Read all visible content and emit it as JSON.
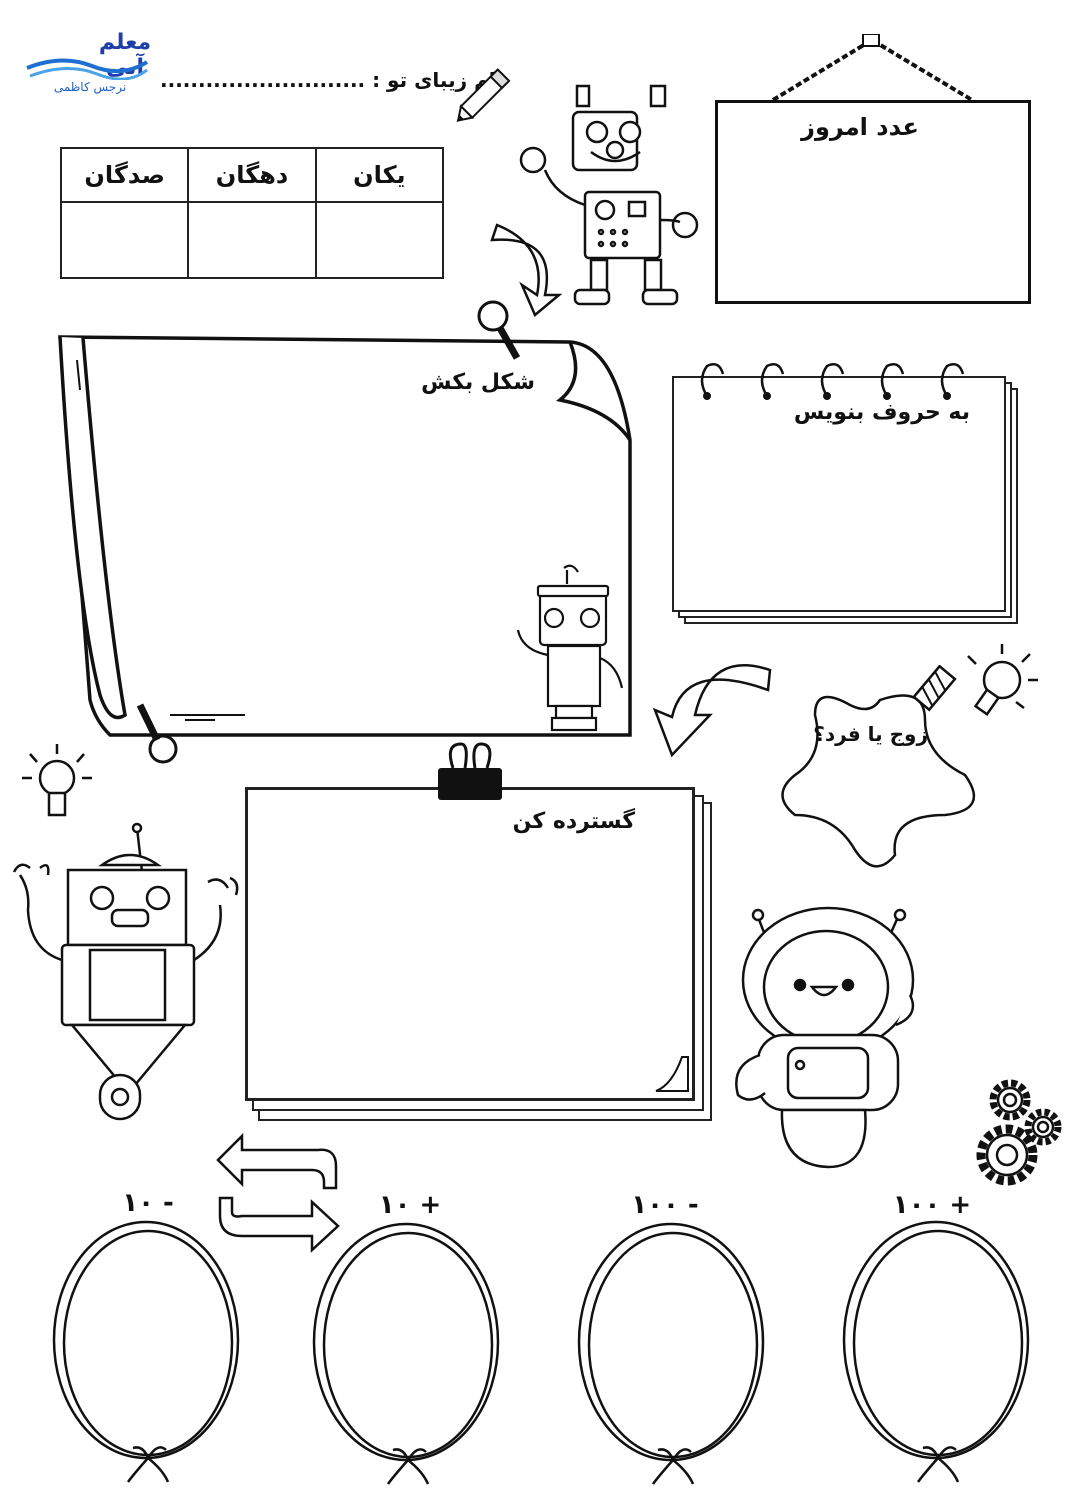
{
  "logo": {
    "title": "معلم آبی",
    "subtitle": "نرجس کاظمی"
  },
  "header": {
    "name_label": "نام زیبای تو : ..........................."
  },
  "place_value_table": {
    "headers": [
      "یکان",
      "دهگان",
      "صدگان"
    ]
  },
  "sections": {
    "today_number": "عدد امروز",
    "draw_shape": "شکل بکش",
    "write_in_letters": "به حروف بنویس",
    "expand": "گسترده کن",
    "even_or_odd": "زوج یا فرد؟"
  },
  "operations": [
    "+ ۱۰۰",
    "- ۱۰۰",
    "+ ۱۰",
    "- ۱۰"
  ]
}
